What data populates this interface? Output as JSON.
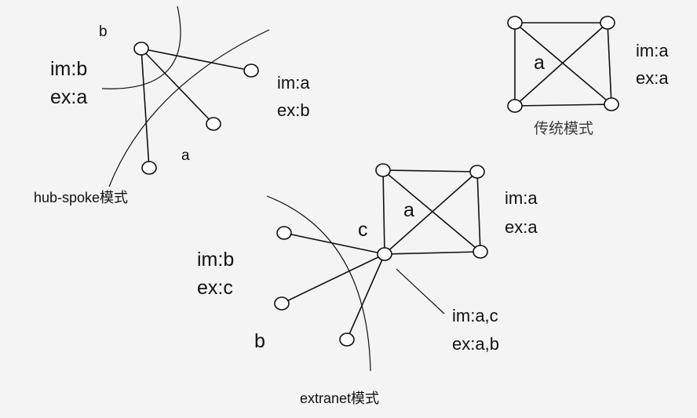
{
  "hub_spoke": {
    "site_b_letter": "b",
    "site_a_letter": "a",
    "hub_policy_im": "im:b",
    "hub_policy_ex": "ex:a",
    "spoke_policy_im": "im:a",
    "spoke_policy_ex": "ex:b",
    "caption": "hub-spoke模式"
  },
  "traditional": {
    "site_letter": "a",
    "policy_im": "im:a",
    "policy_ex": "ex:a",
    "caption": "传统模式"
  },
  "extranet": {
    "site_a_letter": "a",
    "site_c_letter": "c",
    "site_b_letter": "b",
    "a_policy_im": "im:a",
    "a_policy_ex": "ex:a",
    "b_policy_im": "im:b",
    "b_policy_ex": "ex:c",
    "c_policy_im": "im:a,c",
    "c_policy_ex": "ex:a,b",
    "caption": "extranet模式"
  },
  "colors": {
    "background": "#f4f4f4",
    "stroke": "#111111",
    "node_fill": "#ffffff"
  }
}
